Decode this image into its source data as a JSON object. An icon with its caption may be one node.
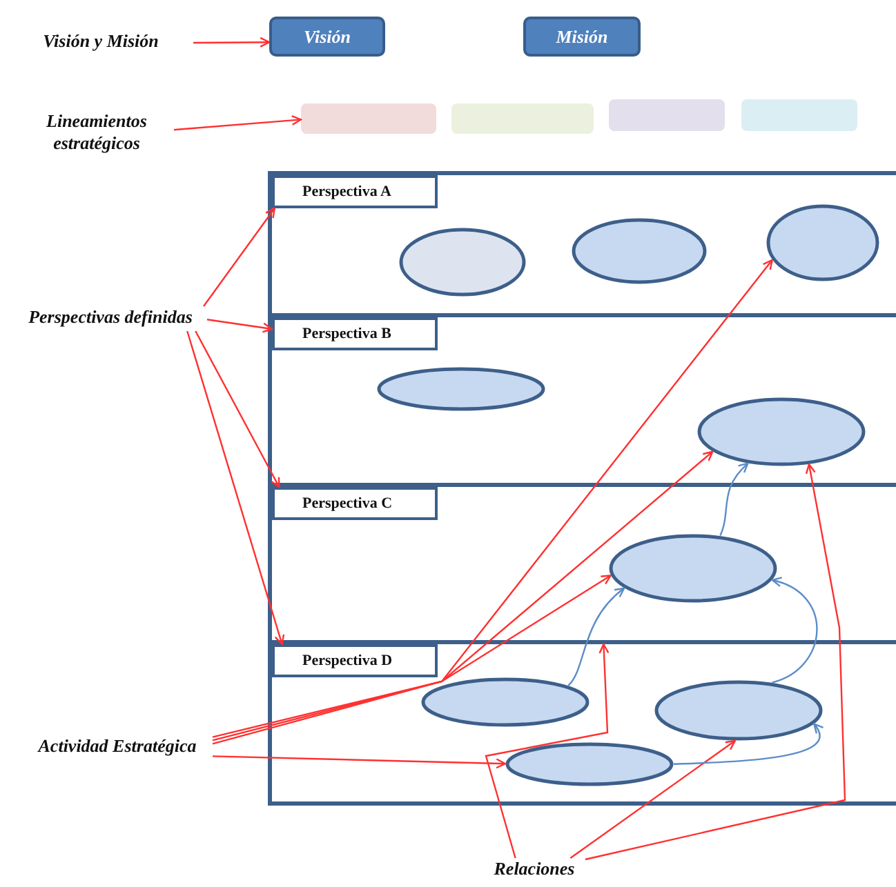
{
  "diagram": {
    "nodes": [
      {
        "text": [
          "Visión y Misión"
        ]
      },
      {
        "text": [
          "Visión"
        ]
      },
      {
        "text": [
          "Misión"
        ]
      },
      {
        "text": [
          "Lineamientos estratégicos"
        ]
      },
      {
        "text": [],
        "shape": "box"
      },
      {
        "text": [],
        "shape": "box"
      },
      {
        "text": [],
        "shape": "box"
      },
      {
        "text": [],
        "shape": "box"
      },
      {
        "text": [
          "Perspectivas definidas"
        ]
      },
      {
        "text": [],
        "shape": "box"
      },
      {
        "text": [
          "Perspectiva A"
        ],
        "in": 9
      },
      {
        "text": [],
        "shape": "ellipse",
        "in": 9
      },
      {
        "text": [],
        "shape": "ellipse",
        "in": 9
      },
      {
        "text": [],
        "shape": "ellipse",
        "in": 9
      },
      {
        "text": [],
        "shape": "box"
      },
      {
        "text": [
          "Perspectiva B"
        ],
        "in": 14
      },
      {
        "text": [],
        "shape": "ellipse",
        "in": 14
      },
      {
        "text": [],
        "shape": "ellipse",
        "in": 14
      },
      {
        "text": [],
        "shape": "box"
      },
      {
        "text": [
          "Perspectiva C"
        ],
        "in": 18
      },
      {
        "text": [],
        "shape": "ellipse",
        "in": 18
      },
      {
        "text": [],
        "shape": "box"
      },
      {
        "text": [
          "Perspectiva D"
        ],
        "in": 21
      },
      {
        "text": [],
        "shape": "ellipse",
        "in": 21
      },
      {
        "text": [],
        "shape": "ellipse",
        "in": 21
      },
      {
        "text": [],
        "shape": "ellipse",
        "in": 21
      },
      {
        "text": [
          "Actividad Estratégica"
        ]
      },
      {
        "text": [
          "Relaciones"
        ]
      }
    ],
    "edges": [
      {
        "from": 0,
        "to": 1,
        "arrow": "to"
      },
      {
        "from": 3,
        "to": 4,
        "arrow": "to"
      },
      {
        "from": 8,
        "to": 10,
        "arrow": "to"
      },
      {
        "from": 8,
        "to": 15,
        "arrow": "to"
      },
      {
        "from": 8,
        "to": 19,
        "arrow": "to"
      },
      {
        "from": 8,
        "to": 22,
        "arrow": "to"
      },
      {
        "from": 26,
        "to": 13,
        "arrow": "to"
      },
      {
        "from": 26,
        "to": 17,
        "arrow": "to"
      },
      {
        "from": 26,
        "to": 20,
        "arrow": "to"
      },
      {
        "from": 26,
        "to": 25,
        "arrow": "to"
      },
      {
        "from": 27,
        "to": 18,
        "arrow": "to"
      },
      {
        "from": 27,
        "to": 17,
        "arrow": "to"
      },
      {
        "from": 27,
        "to": 24,
        "arrow": "to"
      },
      {
        "from": 23,
        "to": 20,
        "arrow": "to",
        "color": "#5b8cc8"
      },
      {
        "from": 20,
        "to": 17,
        "arrow": "to",
        "color": "#5b8cc8"
      },
      {
        "from": 24,
        "to": 20,
        "arrow": "to",
        "color": "#5b8cc8"
      },
      {
        "from": 25,
        "to": 24,
        "arrow": "to",
        "color": "#5b8cc8"
      }
    ]
  }
}
